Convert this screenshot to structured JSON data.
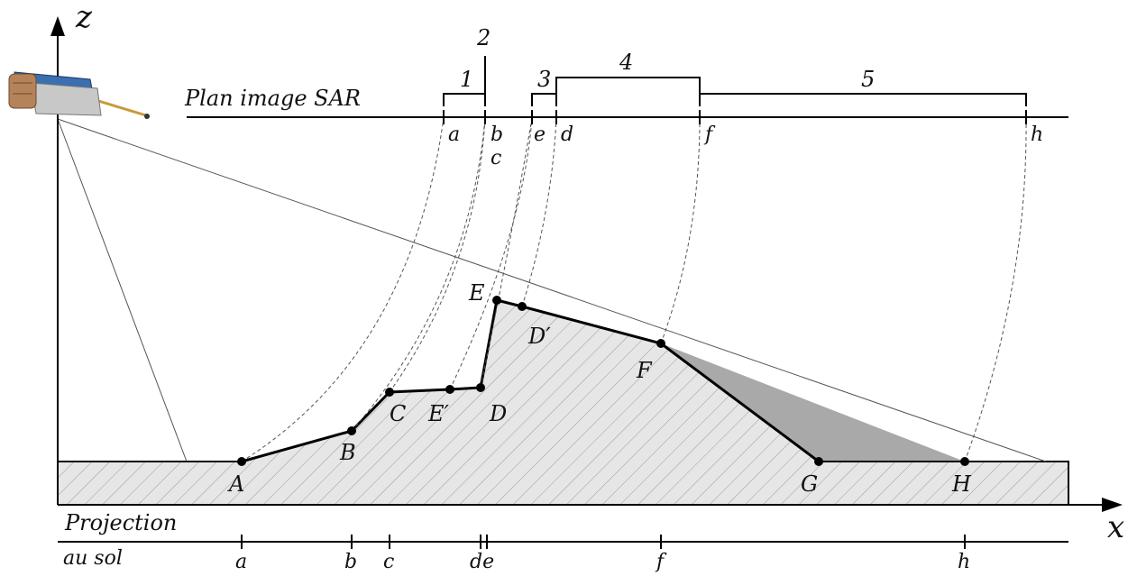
{
  "axes": {
    "z_label": "z",
    "x_label": "x"
  },
  "sar_plane_label": "Plan image SAR",
  "ground_projection_label_line1": "Projection",
  "ground_projection_label_line2": "au sol",
  "segments": [
    {
      "id": "1",
      "label": "1"
    },
    {
      "id": "2",
      "label": "2"
    },
    {
      "id": "3",
      "label": "3"
    },
    {
      "id": "4",
      "label": "4"
    },
    {
      "id": "5",
      "label": "5"
    }
  ],
  "sar_ticks": {
    "a": "a",
    "b": "b",
    "c": "c",
    "e": "e",
    "d": "d",
    "f": "f",
    "h": "h"
  },
  "ground_ticks": {
    "a": "a",
    "b": "b",
    "c": "c",
    "de": "de",
    "f": "f",
    "h": "h"
  },
  "points": {
    "A": "A",
    "B": "B",
    "C": "C",
    "E_prime": "E′",
    "D": "D",
    "E": "E",
    "D_prime": "D′",
    "F": "F",
    "G": "G",
    "H": "H"
  },
  "colors": {
    "line": "#000000",
    "hatch_bg": "#e6e6e6",
    "hatch_line": "#9a9a9a",
    "shadow": "#a9a9a9",
    "ray": "#555555",
    "satellite_body": "#b5835a",
    "satellite_panel": "#3b6fb0"
  },
  "icons": {
    "satellite": "satellite-icon"
  }
}
